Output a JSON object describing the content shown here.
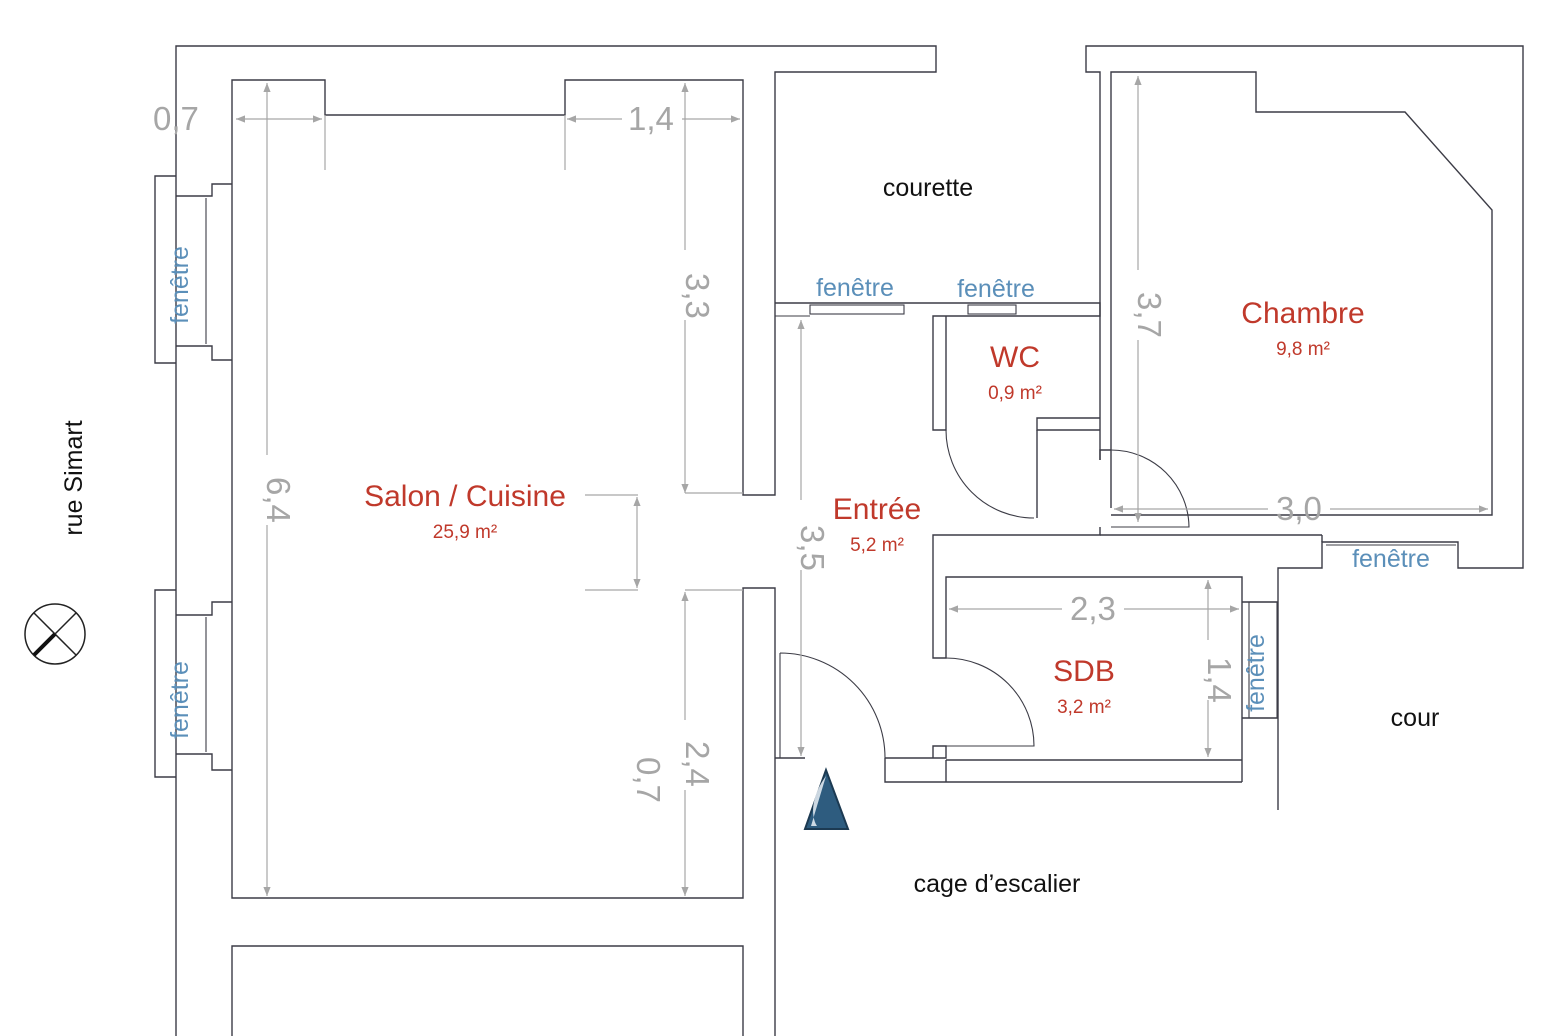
{
  "colors": {
    "wall": "#3c3c46",
    "dimension": "#a6a6a6",
    "room_label": "#c0392b",
    "window_label": "#5b8fb9",
    "text": "#111111",
    "entry_marker": "#2e5c7f"
  },
  "rooms": {
    "salon": {
      "name": "Salon / Cuisine",
      "area": "25,9 m²"
    },
    "entree": {
      "name": "Entrée",
      "area": "5,2 m²"
    },
    "wc": {
      "name": "WC",
      "area": "0,9 m²"
    },
    "chambre": {
      "name": "Chambre",
      "area": "9,8 m²"
    },
    "sdb": {
      "name": "SDB",
      "area": "3,2 m²"
    }
  },
  "labels": {
    "courette": "courette",
    "cour": "cour",
    "cage": "cage d’escalier",
    "street": "rue Simart"
  },
  "windows": {
    "label": "fenêtre"
  },
  "dimensions": {
    "d07_top": "0,7",
    "d14": "1,4",
    "d33": "3,3",
    "d64": "6,4",
    "d24": "2,4",
    "d07_mid": "0,7",
    "d35": "3,5",
    "d37": "3,7",
    "d30": "3,0",
    "d23": "2,3",
    "d14_sdb": "1,4"
  },
  "icons": {
    "compass": "compass-icon",
    "entry": "entry-marker-icon"
  }
}
